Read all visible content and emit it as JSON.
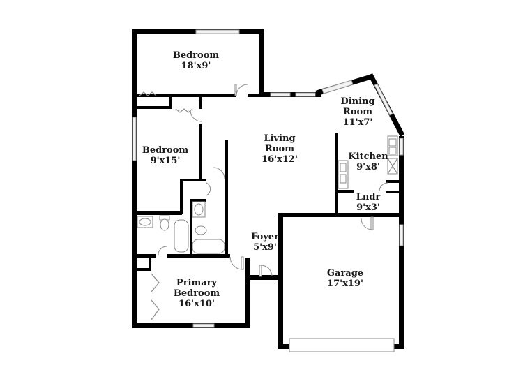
{
  "floorplan": {
    "rooms": [
      {
        "id": "bedroom-1",
        "name": "Bedroom",
        "dims": "18'x9'"
      },
      {
        "id": "bedroom-2",
        "name": "Bedroom",
        "dims": "9'x15'"
      },
      {
        "id": "living-room",
        "name_line1": "Living",
        "name_line2": "Room",
        "dims": "16'x12'"
      },
      {
        "id": "dining-room",
        "name_line1": "Dining",
        "name_line2": "Room",
        "dims": "11'x7'"
      },
      {
        "id": "kitchen",
        "name": "Kitchen",
        "dims": "9'x8'"
      },
      {
        "id": "laundry",
        "name": "Lndr",
        "dims": "9'x3'"
      },
      {
        "id": "foyer",
        "name": "Foyer",
        "dims": "5'x9'"
      },
      {
        "id": "garage",
        "name": "Garage",
        "dims": "17'x19'"
      },
      {
        "id": "primary-bedroom",
        "name_line1": "Primary",
        "name_line2": "Bedroom",
        "dims": "16'x10'"
      }
    ],
    "colors": {
      "wall": "#000000",
      "window": "#f2f2f2",
      "fixture_stroke": "#8a8a8a",
      "background": "#ffffff"
    }
  }
}
